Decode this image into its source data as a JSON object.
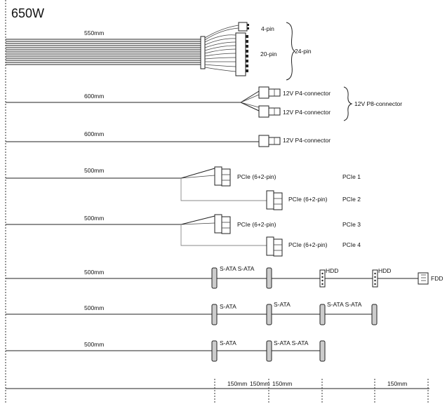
{
  "title": "650W",
  "rows": [
    {
      "length": "550mm",
      "connectors": [
        "4-pin",
        "20-pin"
      ],
      "group": "24-pin"
    },
    {
      "length": "600mm",
      "connectors": [
        "12V P4-connector",
        "12V P4-connector"
      ],
      "group": "12V P8-connector"
    },
    {
      "length": "600mm",
      "connectors": [
        "12V P4-connector"
      ]
    },
    {
      "length": "500mm",
      "connectors": [
        "PCIe (6+2-pin)",
        "PCIe (6+2-pin)"
      ],
      "names": [
        "PCIe 1",
        "PCIe 2"
      ]
    },
    {
      "length": "500mm",
      "connectors": [
        "PCIe (6+2-pin)",
        "PCIe (6+2-pin)"
      ],
      "names": [
        "PCIe 3",
        "PCIe 4"
      ]
    },
    {
      "length": "500mm",
      "connectors": [
        "S-ATA S-ATA",
        "HDD",
        "HDD",
        "FDD"
      ]
    },
    {
      "length": "500mm",
      "connectors": [
        "S-ATA",
        "S-ATA",
        "S-ATA S-ATA"
      ]
    },
    {
      "length": "500mm",
      "connectors": [
        "S-ATA",
        "S-ATA S-ATA"
      ]
    }
  ],
  "scale_labels": [
    "150mm",
    "150mm",
    "150mm",
    "150mm"
  ]
}
